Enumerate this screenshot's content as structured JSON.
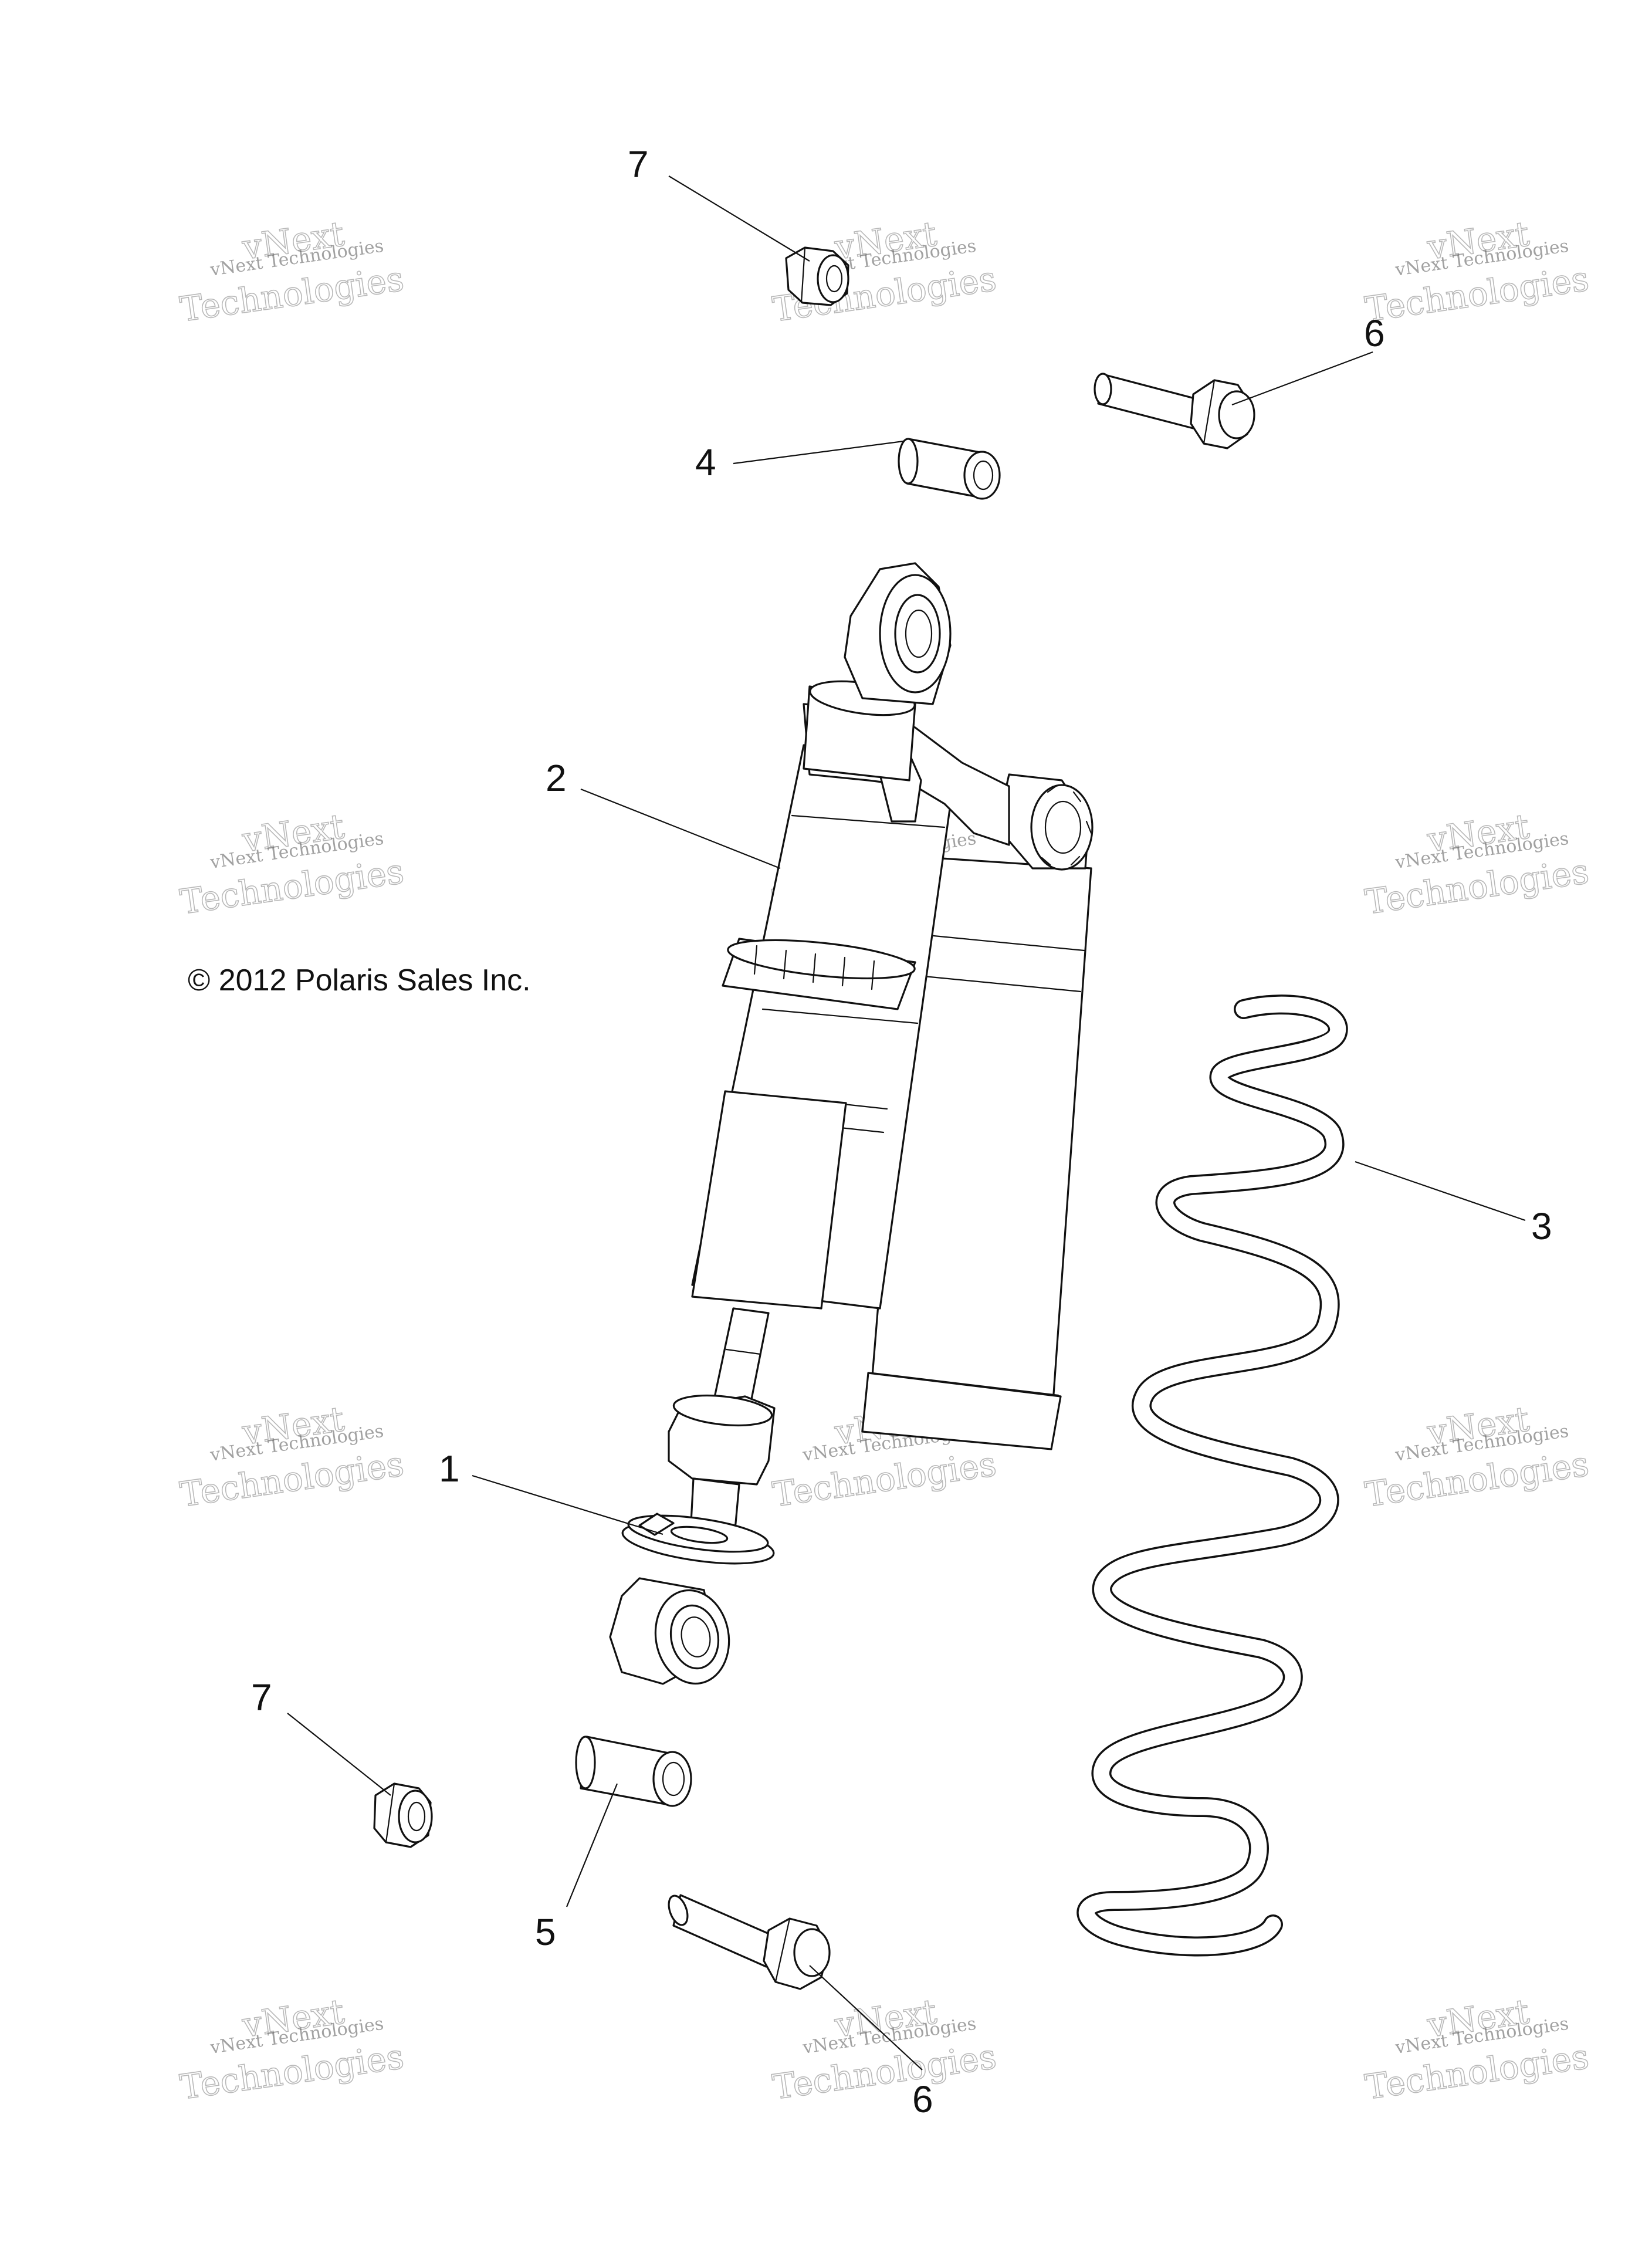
{
  "diagram": {
    "copyright": "© 2012 Polaris Sales Inc.",
    "watermark": {
      "line1": "vNext Technologies",
      "line2a": "vNext",
      "line2b": "Technologies"
    },
    "callouts": [
      {
        "id": "1",
        "label": "1",
        "part": "spring-retainer"
      },
      {
        "id": "2",
        "label": "2",
        "part": "shock-absorber"
      },
      {
        "id": "3",
        "label": "3",
        "part": "coil-spring"
      },
      {
        "id": "4",
        "label": "4",
        "part": "upper-bushing"
      },
      {
        "id": "5",
        "label": "5",
        "part": "lower-bushing"
      },
      {
        "id": "6a",
        "label": "6",
        "part": "upper-bolt"
      },
      {
        "id": "6b",
        "label": "6",
        "part": "lower-bolt"
      },
      {
        "id": "7a",
        "label": "7",
        "part": "upper-nut"
      },
      {
        "id": "7b",
        "label": "7",
        "part": "lower-nut"
      }
    ]
  }
}
